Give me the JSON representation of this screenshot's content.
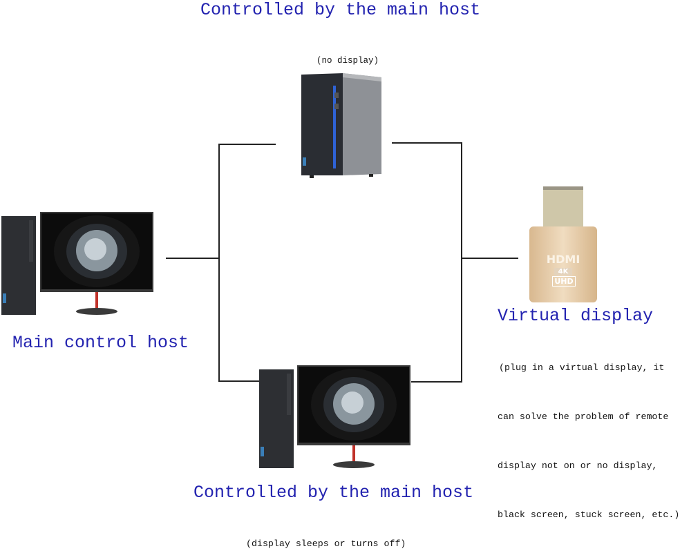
{
  "top_label": {
    "title": "Controlled by the main host",
    "note": "(no display)"
  },
  "left_label": {
    "title": "Main control host"
  },
  "bottom_label": {
    "title": "Controlled by the main host",
    "note": "(display sleeps or turns off)"
  },
  "right_label": {
    "title": "Virtual display",
    "notes": [
      "(plug in a virtual display, it",
      "can solve the problem of remote",
      "display not on or no display,",
      "black screen, stuck screen, etc.)"
    ]
  },
  "hdmi_device": {
    "brand": "HDMI",
    "badge_top": "4K",
    "badge_bottom": "UHD"
  },
  "colors": {
    "label": "#2323b0",
    "connector": "#222222",
    "hdmi_gold": "#e2c49c"
  }
}
